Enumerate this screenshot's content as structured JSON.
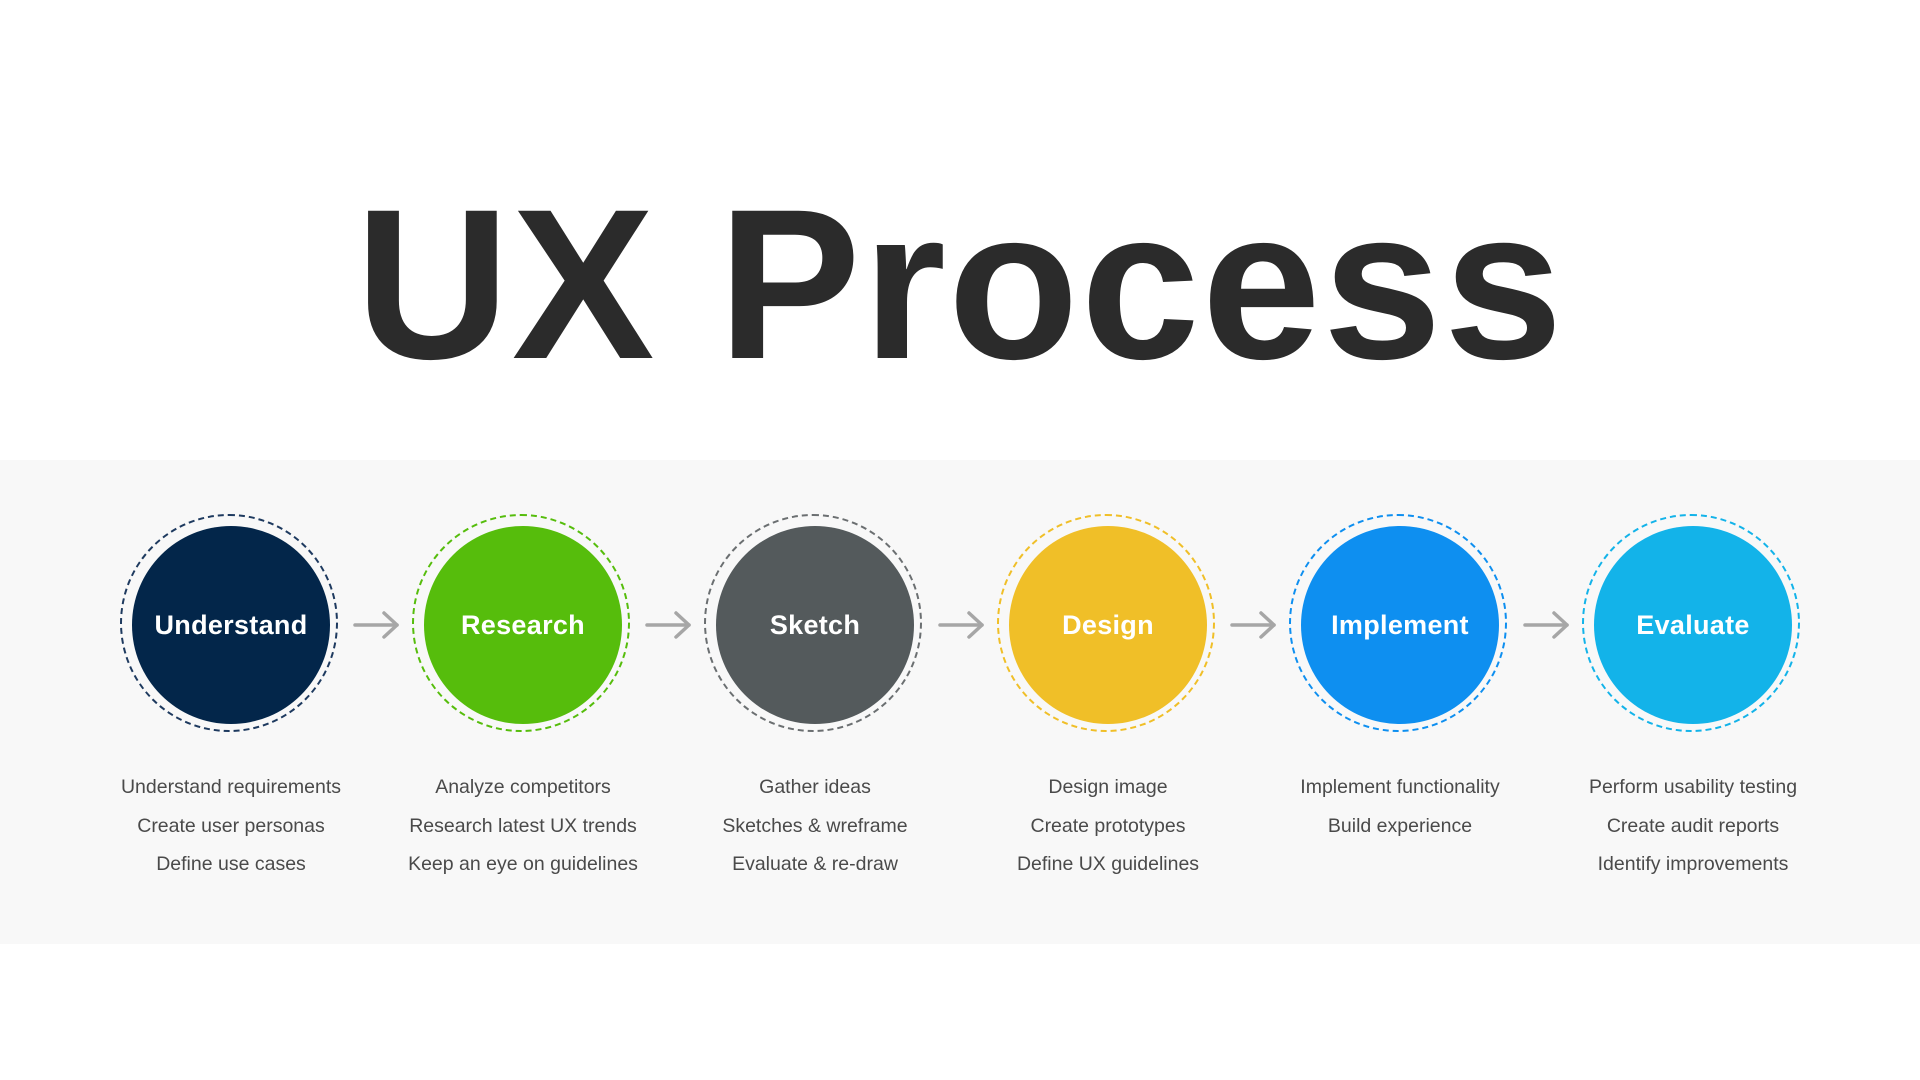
{
  "title": "UX Process",
  "steps": [
    {
      "label": "Understand",
      "color": "#03264a",
      "ring_color": "#1e3a5f",
      "tasks": [
        "Understand requirements",
        "Create user personas",
        "Define use cases"
      ]
    },
    {
      "label": "Research",
      "color": "#56bd0c",
      "ring_color": "#56bd0c",
      "tasks": [
        "Analyze competitors",
        "Research latest UX trends",
        "Keep an eye on guidelines"
      ]
    },
    {
      "label": "Sketch",
      "color": "#545a5c",
      "ring_color": "#6b6f71",
      "tasks": [
        "Gather ideas",
        "Sketches & wreframe",
        "Evaluate & re-draw"
      ]
    },
    {
      "label": "Design",
      "color": "#f0bf28",
      "ring_color": "#f0bf28",
      "tasks": [
        "Design image",
        "Create prototypes",
        "Define UX guidelines"
      ]
    },
    {
      "label": "Implement",
      "color": "#0e8ff0",
      "ring_color": "#0e8ff0",
      "tasks": [
        "Implement functionality",
        "Build experience"
      ]
    },
    {
      "label": "Evaluate",
      "color": "#13b3e9",
      "ring_color": "#13b3e9",
      "tasks": [
        "Perform usability testing",
        "Create audit reports",
        "Identify improvements"
      ]
    }
  ],
  "arrow_color": "#a6a6a6",
  "arrow_icon": "arrow-right-icon"
}
